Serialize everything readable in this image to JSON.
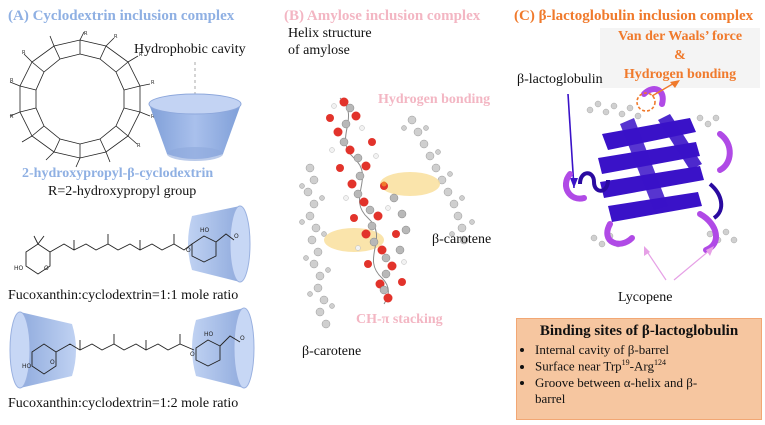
{
  "panel_a": {
    "header": "(A) Cyclodextrin inclusion complex",
    "cavity_label": "Hydrophobic cavity",
    "compound_name": "2-hydroxypropyl-β-cyclodextrin",
    "r_group": "R=2-hydroxypropyl group",
    "ratio_1_1": "Fucoxanthin:cyclodextrin=1:1 mole ratio",
    "ratio_1_2": "Fucoxanthin:cyclodextrin=1:2 mole ratio"
  },
  "panel_b": {
    "header": "(B) Amylose inclusion complex",
    "helix_label_1": "Helix structure",
    "helix_label_2": "of amylose",
    "hbond": "Hydrogen bonding",
    "stacking": "CH-π stacking",
    "carotene_right": "β-carotene",
    "carotene_left": "β-carotene"
  },
  "panel_c": {
    "header": "(C) β-lactoglobulin inclusion complex",
    "vdw_line1": "Van der Waals’ force",
    "vdw_amp": "&",
    "vdw_line2": "Hydrogen bonding",
    "blg_label": "β-lactoglobulin",
    "lycopene": "Lycopene",
    "binding_title": "Binding sites of β-lactoglobulin",
    "binding_items": [
      "Internal cavity of β-barrel",
      "Surface near Trp",
      "19",
      "-Arg",
      "124",
      "Groove between α-helix and β-",
      "barrel"
    ]
  },
  "colors": {
    "cd_blue": "#8fb0e3",
    "amylose_pink": "#f3b6c3",
    "orange": "#f07a2c",
    "protein_indigo": "#3a12c8",
    "protein_violet": "#b04ae6",
    "box_fill": "#f6c6a0",
    "ellipse_yellow": "#f9df9c"
  }
}
